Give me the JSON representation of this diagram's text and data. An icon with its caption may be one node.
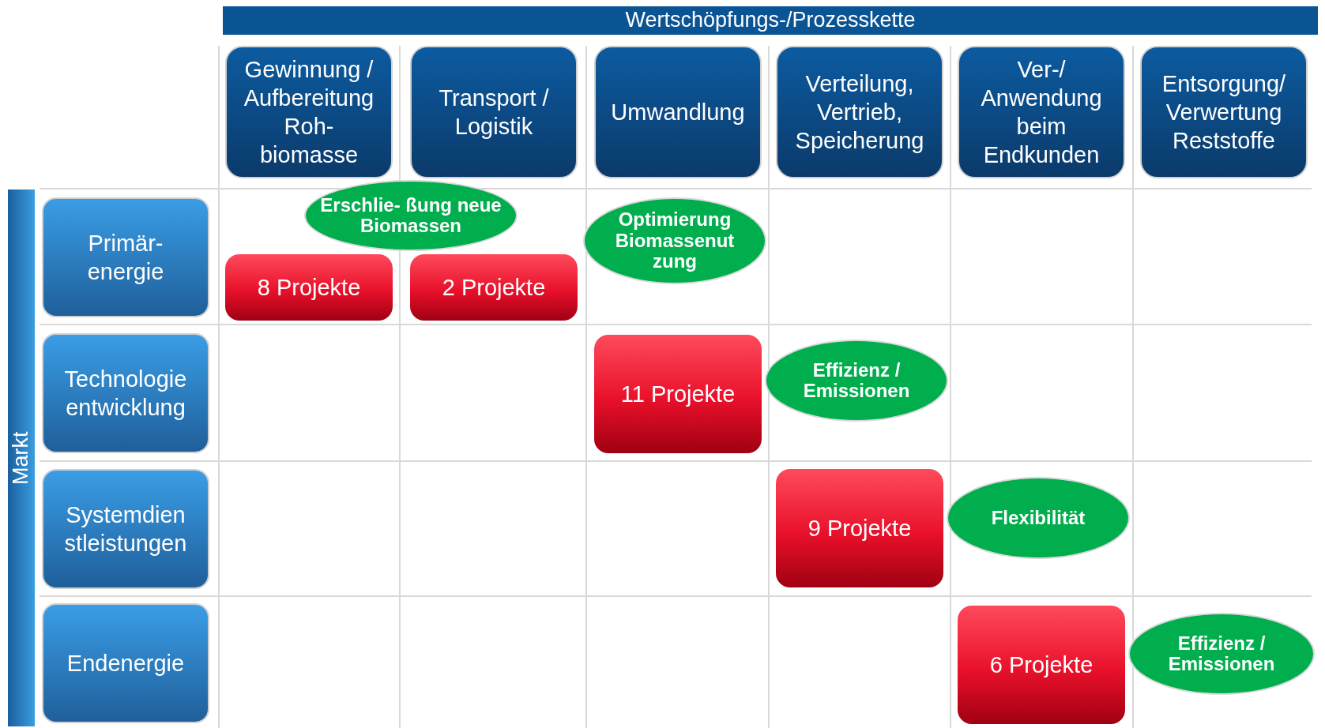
{
  "diagram": {
    "nodes": [
      {
        "text": [
          "Wertschöpfungs-/Prozesskette"
        ]
      },
      {
        "text": [
          "Gewinnung / Aufbereitung Roh- biomasse"
        ]
      },
      {
        "text": [
          "Transport / Logistik"
        ]
      },
      {
        "text": [
          "Umwandlung"
        ]
      },
      {
        "text": [
          "Verteilung, Vertrieb, Speicherung"
        ]
      },
      {
        "text": [
          "Ver-/ Anwendung beim Endkunden"
        ]
      },
      {
        "text": [
          "Entsorgung/ Verwertung Reststoffe"
        ]
      },
      {
        "text": [
          "Markt"
        ]
      },
      {
        "text": [
          "Primär- energie"
        ]
      },
      {
        "text": [
          "Technologie entwicklung"
        ]
      },
      {
        "text": [
          "Systemdien stleistungen"
        ]
      },
      {
        "text": [
          "Endenergie"
        ]
      },
      {
        "text": [
          "8 Projekte"
        ]
      },
      {
        "text": [
          "2 Projekte"
        ]
      },
      {
        "text": [
          "11 Projekte"
        ]
      },
      {
        "text": [
          "9 Projekte"
        ]
      },
      {
        "text": [
          "6 Projekte"
        ]
      },
      {
        "text": [
          "Erschlie- ßung neue Biomassen"
        ]
      },
      {
        "text": [
          "Optimierung Biomassenut zung"
        ]
      },
      {
        "text": [
          "Effizienz / Emissionen"
        ]
      },
      {
        "text": [
          "Flexibilität"
        ]
      },
      {
        "text": [
          "Effizienz / Emissionen"
        ]
      }
    ],
    "edges": []
  }
}
